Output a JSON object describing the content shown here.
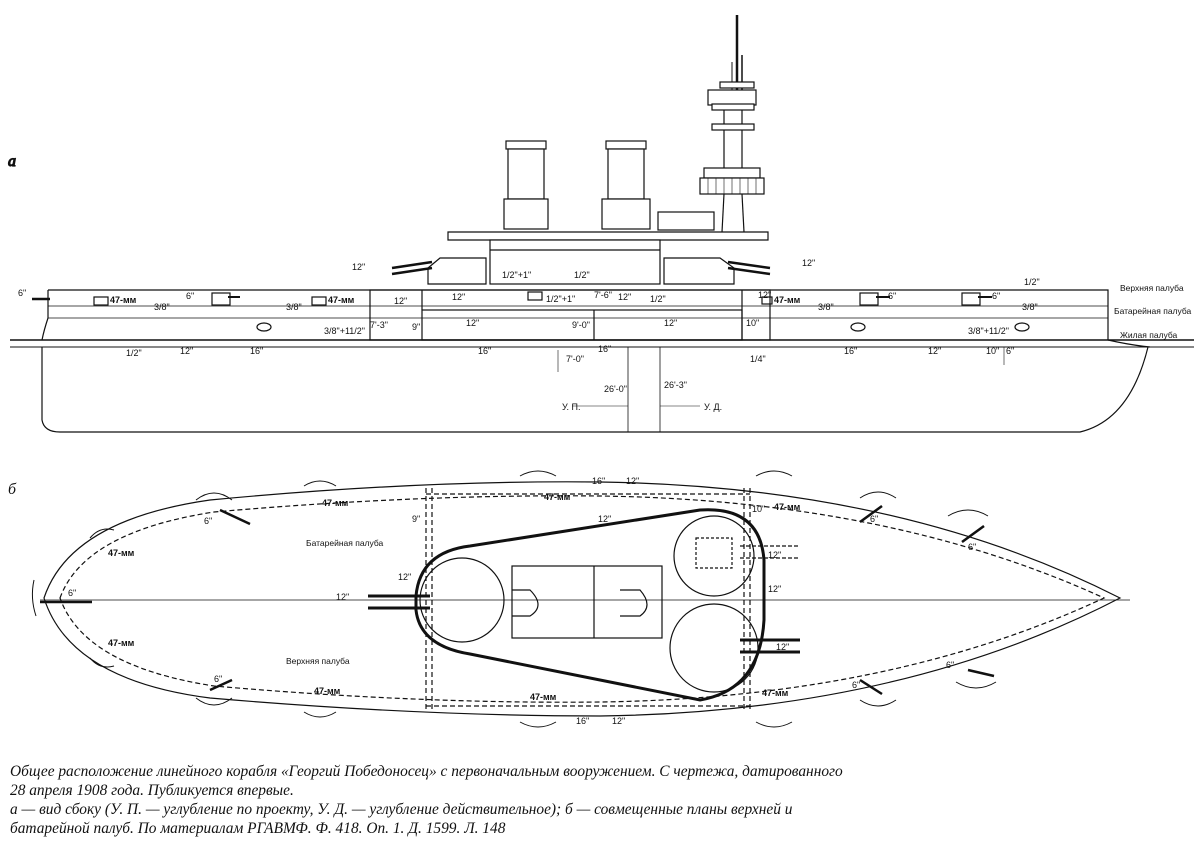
{
  "views": {
    "side": "а",
    "plan": "б"
  },
  "deck_names": {
    "upper": "Верхняя палуба",
    "battery": "Батарейная палуба",
    "living": "Жилая палуба"
  },
  "side_labels": {
    "gun_12_a": "12\"",
    "gun_12_b": "12\"",
    "gun_6_bow": "6\"",
    "mm47_1": "47-мм",
    "mm47_2": "47-мм",
    "mm47_3": "47-мм",
    "gun6_1": "6\"",
    "gun6_2": "6\"",
    "gun6_3": "6\"",
    "frac_1": "3/8\"",
    "frac_2": "3/8\"",
    "frac_3": "1/2\"",
    "frac_4": "1/2\"+1\"",
    "frac_5": "1/2\"",
    "frac_6": "1/2\"+1\"",
    "frac_7": "1/2\"",
    "frac_8": "3/8\"+11/2\"",
    "frac_9": "3/8\"+11/2\"",
    "frac_10": "3/8\"",
    "frac_11": "3/8\"",
    "frac_12": "1/2\"",
    "frac_13": "1/4\"",
    "arm_12_1": "12\"",
    "arm_12_2": "12\"",
    "arm_12_3": "12\"",
    "arm_12_4": "12\"",
    "arm_12_5": "12\"",
    "arm_12_6": "12\"",
    "arm_12_7": "12\"",
    "arm_12_8": "12\"",
    "arm_16_1": "16\"",
    "arm_16_2": "16\"",
    "arm_16_3": "16\"",
    "arm_16_4": "16\"",
    "arm_10_1": "10\"",
    "arm_10_2": "10\"",
    "arm_9": "9\"",
    "arm_6": "6\"",
    "dim_7_6": "7'-6\"",
    "dim_7_3": "7'-3\"",
    "dim_9_0": "9'-0\"",
    "dim_7_0": "7'-0\"",
    "dim_26_0": "26'-0\"",
    "dim_26_3": "26'-3\"",
    "up": "У. П.",
    "ud": "У. Д."
  },
  "plan_labels": {
    "mm47_a": "47-мм",
    "mm47_b": "47-мм",
    "mm47_c": "47-мм",
    "mm47_d": "47-мм",
    "mm47_e": "47-мм",
    "mm47_f": "47-мм",
    "mm47_g": "47-мм",
    "mm47_h": "47-мм",
    "g6_a": "6\"",
    "g6_b": "6\"",
    "g6_c": "6\"",
    "g6_d": "6\"",
    "g6_e": "6\"",
    "g6_f": "6\"",
    "g6_g": "6\"",
    "a16_top": "16\"",
    "a12_top": "12\"",
    "a16_bot": "16\"",
    "a12_bot": "12\"",
    "a9": "9\"",
    "a10": "10\"",
    "a12_mid": "12\"",
    "a12_axis": "12\"",
    "a12_turret_l": "12\"",
    "a12_turret_r1": "12\"",
    "a12_turret_r2": "12\"",
    "a12_right": "12\"",
    "battery_deck": "Батарейная палуба",
    "upper_deck": "Верхняя палуба"
  },
  "caption": {
    "line1": "Общее расположение линейного корабля «Георгий Победоносец» с первоначальным вооружением. С чертежа, датированного",
    "line2": "28 апреля 1908 года. Публикуется впервые.",
    "line3": "а — вид сбоку (У. П. — углубление по проекту, У. Д. — углубление действительное); б — совмещенные планы верхней и",
    "line4": "батарейной палуб. По материалам РГАВМФ. Ф. 418. Оп. 1. Д. 1599. Л. 148"
  }
}
